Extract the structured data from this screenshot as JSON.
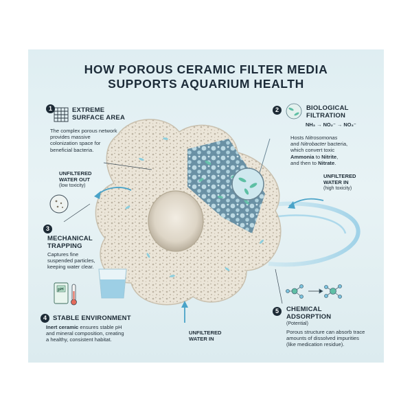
{
  "title_line1": "HOW POROUS CERAMIC FILTER MEDIA",
  "title_line2": "SUPPORTS AQUARIUM HEALTH",
  "sections": [
    {
      "number": "1",
      "heading_line1": "EXTREME",
      "heading_line2": "SURFACE AREA",
      "body_lines": [
        "The complex porous network",
        "provides massive",
        "colonization space for",
        "beneficial bacteria."
      ],
      "icon": "grid-icon"
    },
    {
      "number": "2",
      "heading_line1": "BIOLOGICAL",
      "heading_line2": "FILTRATION",
      "equation": "NH₃ → NO₂⁻ → NO₃⁻",
      "body_line1_a": "Hosts ",
      "body_line1_b": "Nitrosomonas",
      "body_line2_a": "and ",
      "body_line2_b": "Nitrobacter",
      "body_line2_c": " bacteria,",
      "body_line3": "which convert toxic",
      "body_line4_a": "Ammonia",
      "body_line4_b": " to ",
      "body_line4_c": "Nitrite",
      ",": "",
      "body_line5_a": "and then to ",
      "body_line5_b": "Nitrate",
      "icon": "bacteria-icon"
    },
    {
      "number": "3",
      "heading_line1": "MECHANICAL",
      "heading_line2": "TRAPPING",
      "body_lines": [
        "Captures fine",
        "suspended particles,",
        "keeping water clear."
      ],
      "icon": "magnifier-icon"
    },
    {
      "number": "4",
      "heading": "STABLE ENVIRONMENT",
      "body_line1_a": "Inert ceramic",
      "body_line1_b": " ensures stable pH",
      "body_line2": "and mineral composition, creating",
      "body_line3": "a healthy, consistent habitat.",
      "icon": "ph-meter-icon"
    },
    {
      "number": "5",
      "heading_line1": "CHEMICAL",
      "heading_line2": "ADSORPTION",
      "heading_sub": "(Potential)",
      "body_lines": [
        "Porous structure can absorb trace",
        "amounts of dissolved impurities",
        "(like medication residue)."
      ],
      "icon": "molecule-icon"
    }
  ],
  "flow_labels": {
    "out_line1": "UNFILTERED",
    "out_line2": "WATER OUT",
    "out_sub": "(low toxicity)",
    "in_right_line1": "UNFILTERED",
    "in_right_line2": "WATER IN",
    "in_right_sub": "(high toxicity)",
    "in_bottom_line1": "UNFILTERED",
    "in_bottom_line2": "WATER IN"
  },
  "icon_labels": {
    "ph": "pH"
  },
  "colors": {
    "background": "#dfeef2",
    "ceramic": "#ece6da",
    "accent": "#4aa3c8",
    "bacteria": "#6cc6b0",
    "dark": "#1d2b36"
  }
}
